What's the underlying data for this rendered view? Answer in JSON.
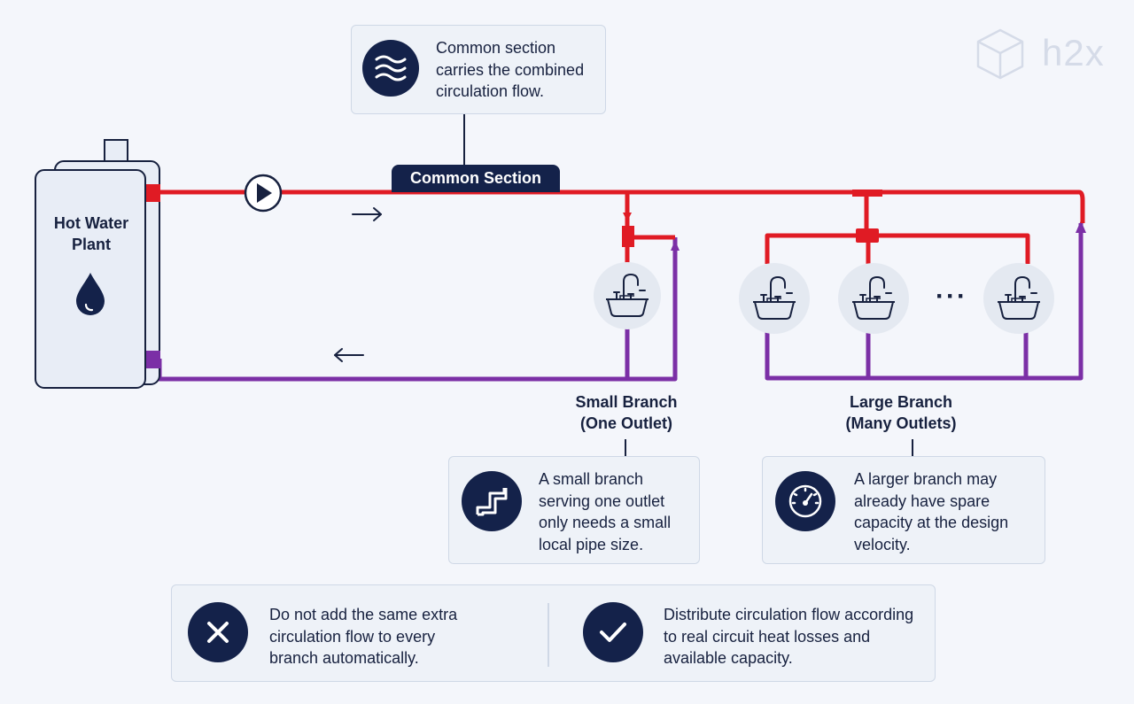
{
  "brand": {
    "logo_text": "h2x"
  },
  "plant": {
    "label_line1": "Hot Water",
    "label_line2": "Plant"
  },
  "common_section": {
    "label": "Common Section"
  },
  "callout_common": {
    "text": [
      "Common section",
      "carries the combined",
      "circulation flow."
    ]
  },
  "small_branch": {
    "label": [
      "Small Branch",
      "(One Outlet)"
    ],
    "callout": [
      "A small branch",
      "serving one outlet",
      "only needs a small",
      "local pipe size."
    ]
  },
  "large_branch": {
    "label": [
      "Large Branch",
      "(Many Outlets)"
    ],
    "callout": [
      "A larger branch may",
      "already have spare",
      "capacity at the design",
      "velocity."
    ]
  },
  "ellipsis": "···",
  "guidance": {
    "dont": [
      "Do not add the same extra",
      "circulation flow to every",
      "branch automatically."
    ],
    "do": [
      "Distribute circulation flow according",
      "to real circuit heat losses and",
      "available capacity."
    ]
  },
  "colors": {
    "flow_pipe": "#e01b24",
    "return_pipe": "#7b2fa6",
    "navy": "#14224a",
    "card_bg": "#eef2f8",
    "outlet_circle": "#e4e9f1"
  },
  "icons": [
    "waves-icon",
    "droplet-icon",
    "pump-icon",
    "sink-icon",
    "pipe-icon",
    "gauge-icon",
    "x-icon",
    "check-icon",
    "h2x-logo-icon"
  ]
}
